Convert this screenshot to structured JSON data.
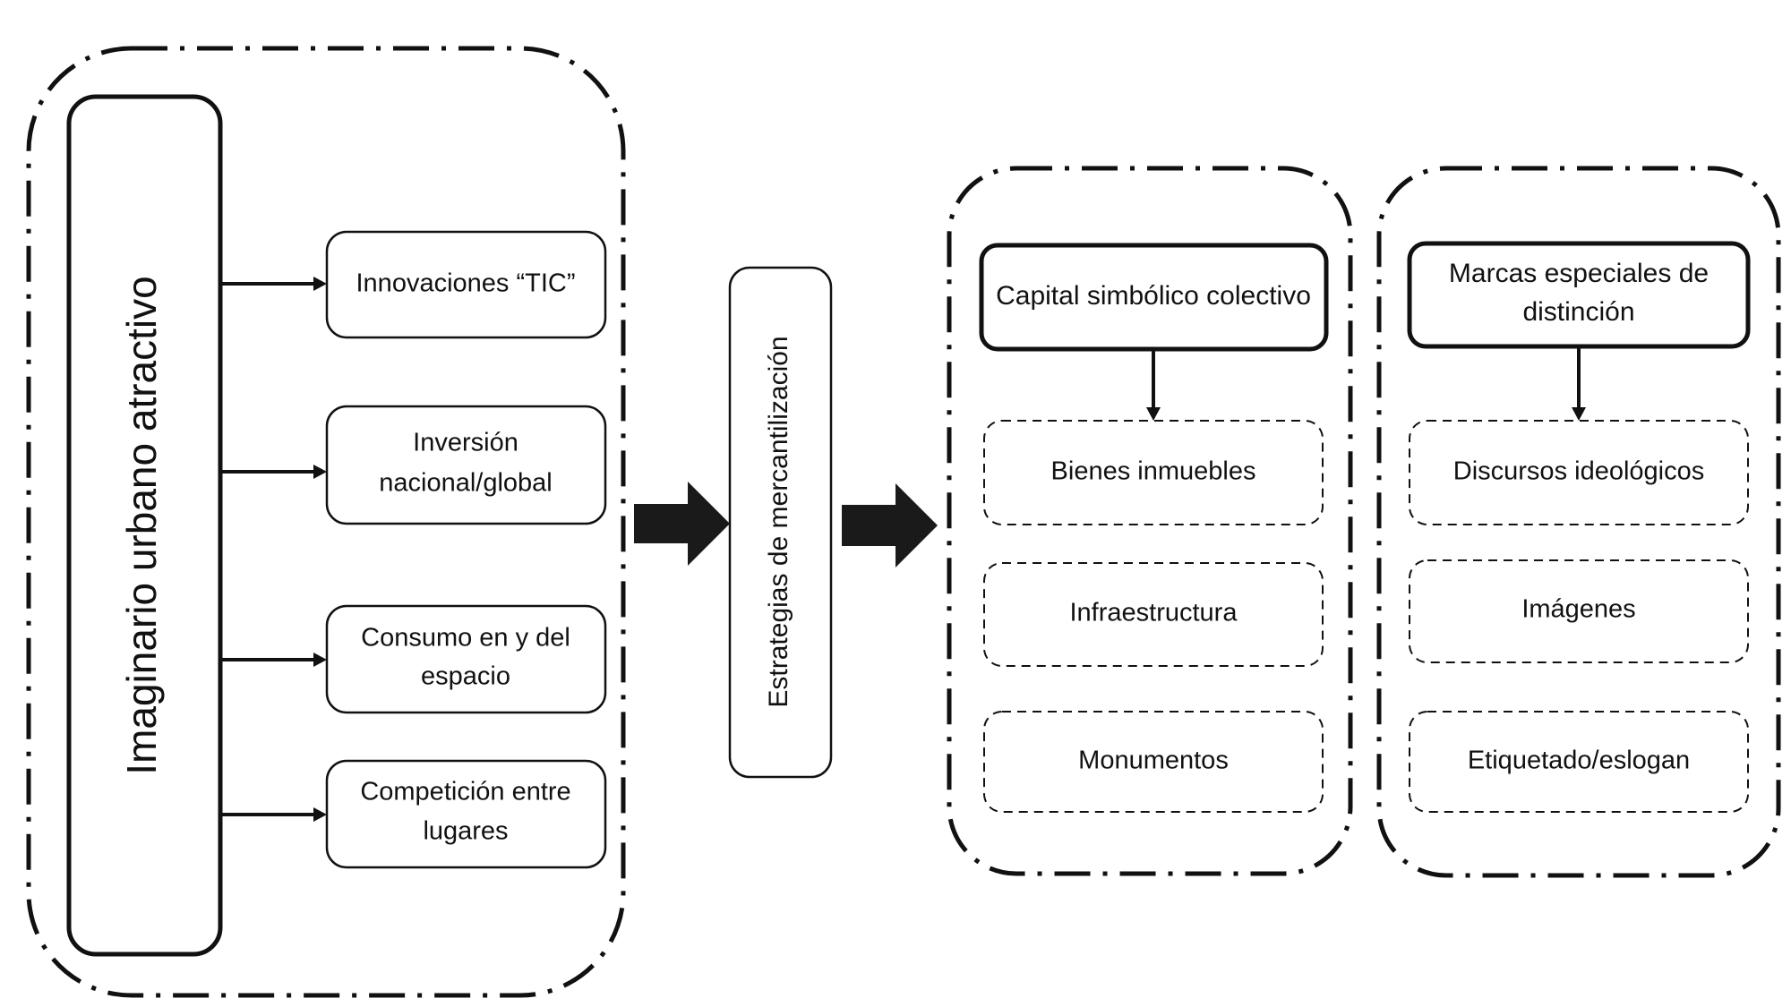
{
  "diagram": {
    "left_group": {
      "main_label": "Imaginario urbano atractivo",
      "items": [
        {
          "label_lines": [
            "Innovaciones “TIC”"
          ]
        },
        {
          "label_lines": [
            "Inversión",
            "nacional/global"
          ]
        },
        {
          "label_lines": [
            "Consumo en y del",
            "espacio"
          ]
        },
        {
          "label_lines": [
            "Competición entre",
            "lugares"
          ]
        }
      ]
    },
    "middle_node": {
      "label": "Estrategias de mercantilización"
    },
    "capital_group": {
      "header_lines": [
        "Capital simbólico colectivo"
      ],
      "items": [
        "Bienes inmuebles",
        "Infraestructura",
        "Monumentos"
      ]
    },
    "marcas_group": {
      "header_lines": [
        "Marcas especiales de",
        "distinción"
      ],
      "items": [
        "Discursos ideológicos",
        "Imágenes",
        "Etiquetado/eslogan"
      ]
    },
    "colors": {
      "stroke": "#111111",
      "arrow_fill": "#1a1a1a",
      "background": "#ffffff"
    }
  }
}
